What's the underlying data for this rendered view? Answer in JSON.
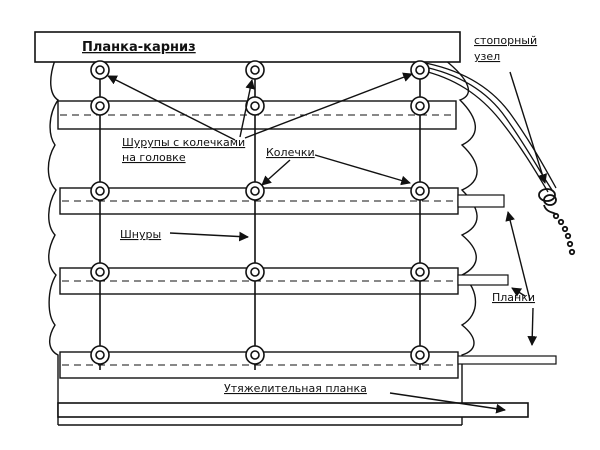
{
  "labels": {
    "cornice": "Планка-карниз",
    "stopper_line1": "стопорный",
    "stopper_line2": "узел",
    "screws_line1": "Шурупы с колечками",
    "screws_line2": "на головке",
    "rings": "Колечки",
    "cords": "Шнуры",
    "slats": "Планки",
    "weight_slat": "Утяжелительная планка"
  },
  "colors": {
    "ink": "#111111",
    "paper": "#ffffff"
  },
  "icons": {
    "screw_ring": "screw-eye-ring-icon",
    "cord_ring": "cord-ring-icon",
    "stopper_knot": "stopper-knot-icon"
  }
}
